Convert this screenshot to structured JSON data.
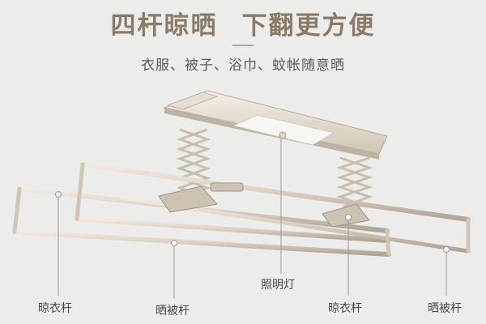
{
  "headline": {
    "part1": "四杆晾晒",
    "part2": "下翻更方便"
  },
  "subline": "衣服、被子、浴巾、蚊帐随意晒",
  "callouts": [
    {
      "id": "rod-left-drying",
      "label": "晾衣杆"
    },
    {
      "id": "rod-left-quilt",
      "label": "晒被杆"
    },
    {
      "id": "lamp",
      "label": "照明灯"
    },
    {
      "id": "rod-right-drying",
      "label": "晾衣杆"
    },
    {
      "id": "rod-right-quilt",
      "label": "晒被杆"
    }
  ],
  "colors": {
    "headline": "#8a7a66",
    "rod": "#d8cfc1",
    "rod_shadow": "#b5ab9c",
    "leader": "#9a9a9a",
    "lamp": "#f7f6f2"
  }
}
